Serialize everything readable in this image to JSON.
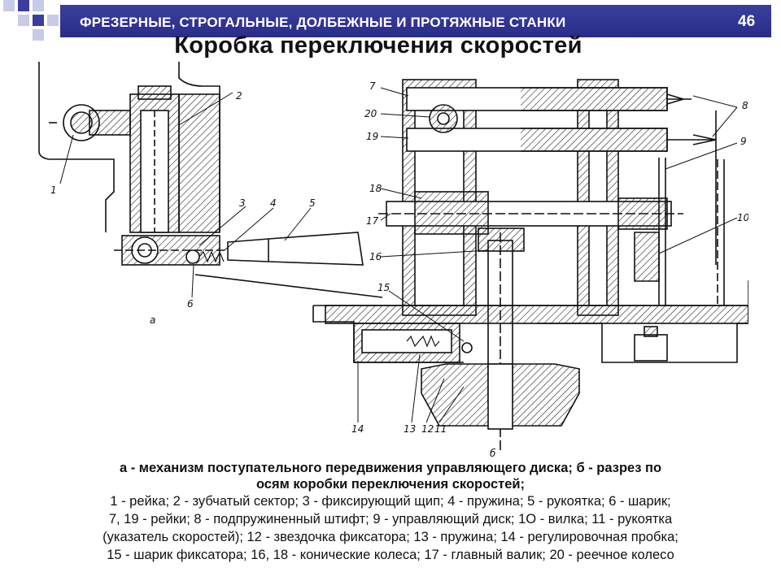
{
  "header": {
    "title": "ФРЕЗЕРНЫЕ, СТРОГАЛЬНЫЕ, ДОЛБЕЖНЫЕ И ПРОТЯЖНЫЕ СТАНКИ",
    "page_number": "46"
  },
  "slide_title": "Коробка переключения скоростей",
  "figure": {
    "view_labels": {
      "a": "а",
      "b": "б"
    },
    "part_labels": [
      "1",
      "2",
      "3",
      "4",
      "5",
      "6",
      "7",
      "8",
      "9",
      "10",
      "11",
      "12",
      "13",
      "14",
      "15",
      "16",
      "17",
      "18",
      "19",
      "20"
    ]
  },
  "caption": {
    "line1": "а - механизм поступательного передвижения управляющего диска; б - разрез по",
    "line2": "осям коробки переключения скоростей;",
    "line3": "1 - рейка; 2 - зубчатый сектор; 3 - фиксирующий щип; 4 - пружина; 5 - рукоятка; 6 - шарик;",
    "line4": "7, 19 - рейки; 8 - подпружиненный штифт; 9 - управляющий диск; 1О - вилка; 11 - рукоятка",
    "line5": "(указатель скоростей); 12 - звездочка фиксатора; 13 - пружина; 14 - регулировочная пробка;",
    "line6": "15 - шарик фиксатора; 16, 18 - конические колеса; 17 - главный валик; 20 - реечное колесо"
  },
  "colors": {
    "header_bar": "#2f3390",
    "accent_square": "#3a3f9e",
    "light_square": "#c8cbe8"
  }
}
